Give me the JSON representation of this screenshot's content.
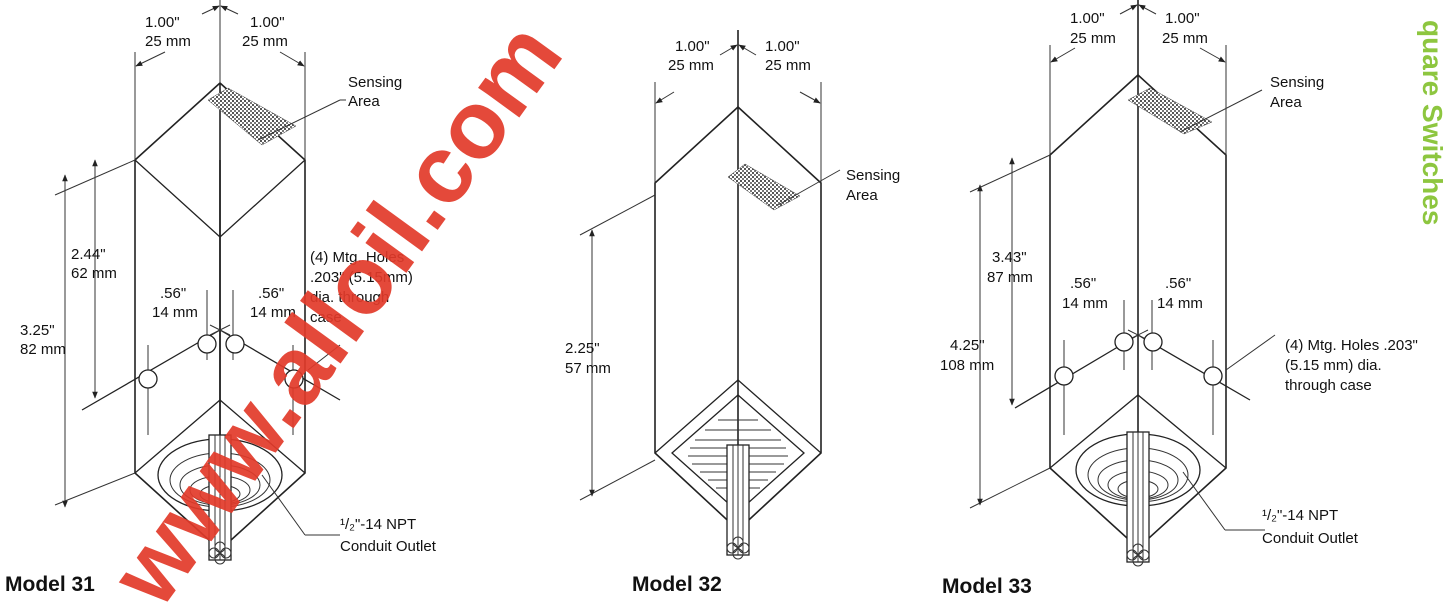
{
  "side_label": "quare Switches",
  "watermark": "www.alloil.com",
  "models": [
    {
      "title": "Model 31",
      "width_left": [
        "1.00\"",
        "25 mm"
      ],
      "width_right": [
        "1.00\"",
        "25 mm"
      ],
      "sensing": [
        "Sensing",
        "Area"
      ],
      "dim_top": [
        "2.44\"",
        "62 mm"
      ],
      "dim_total": [
        "3.25\"",
        "82 mm"
      ],
      "hole_left": [
        ".56\"",
        "14 mm"
      ],
      "hole_right": [
        ".56\"",
        "14 mm"
      ],
      "holes_note": [
        "(4) Mtg. Holes",
        ".203\" (5.15mm)",
        "dia. through",
        "case"
      ],
      "conduit": [
        "¹/₂\"-14 NPT",
        "Conduit Outlet"
      ]
    },
    {
      "title": "Model 32",
      "width_left": [
        "1.00\"",
        "25 mm"
      ],
      "width_right": [
        "1.00\"",
        "25 mm"
      ],
      "sensing": [
        "Sensing",
        "Area"
      ],
      "dim_total": [
        "2.25\"",
        "57 mm"
      ]
    },
    {
      "title": "Model 33",
      "width_left": [
        "1.00\"",
        "25 mm"
      ],
      "width_right": [
        "1.00\"",
        "25 mm"
      ],
      "sensing": [
        "Sensing",
        "Area"
      ],
      "dim_top": [
        "3.43\"",
        "87 mm"
      ],
      "dim_total": [
        "4.25\"",
        "108 mm"
      ],
      "hole_left": [
        ".56\"",
        "14 mm"
      ],
      "hole_right": [
        ".56\"",
        "14 mm"
      ],
      "holes_note": [
        "(4) Mtg. Holes .203\"",
        "(5.15 mm)  dia.",
        "through case"
      ],
      "conduit": [
        "¹/₂\"-14 NPT",
        "Conduit Outlet"
      ]
    }
  ]
}
